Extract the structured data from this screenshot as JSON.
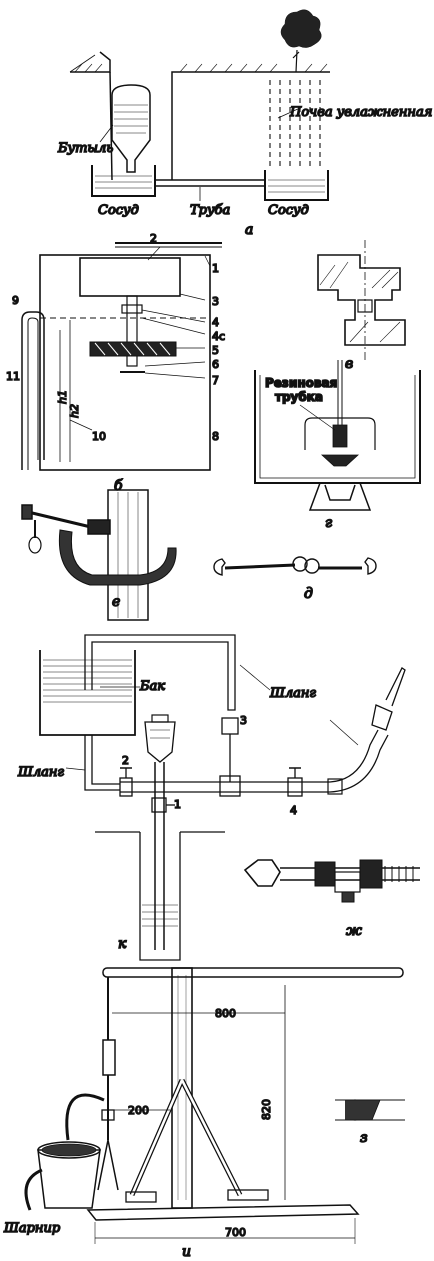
{
  "figure_a": {
    "bottle": "Бутыль",
    "soil": "Почва увлажненная",
    "vessel_left": "Сосуд",
    "pipe": "Труба",
    "vessel_right": "Сосуд",
    "sub": "а"
  },
  "figure_b": {
    "n1": "1",
    "n2": "2",
    "n3": "3",
    "n4": "4",
    "n4c": "4с",
    "n5": "5",
    "n6": "6",
    "n7": "7",
    "n8": "8",
    "n9": "9",
    "n10": "10",
    "n11": "11",
    "h1": "h1",
    "h2": "h2",
    "sub": "б"
  },
  "figure_v": {
    "sub": "в"
  },
  "figure_g": {
    "tube_l1": "Резиновая",
    "tube_l2": "трубка",
    "sub": "г"
  },
  "figure_d": {
    "sub": "д"
  },
  "figure_e": {
    "sub": "е"
  },
  "figure_k": {
    "tank": "Бак",
    "hose_right": "Шланг",
    "hose_left": "Шланг",
    "n1": "1",
    "n2": "2",
    "n3": "3",
    "n4": "4",
    "sub": "к"
  },
  "figure_zh": {
    "sub": "ж"
  },
  "figure_i": {
    "dim_800": "800",
    "dim_200": "200",
    "dim_820": "820",
    "dim_700": "700",
    "hinge": "Шарнир",
    "sub": "и"
  },
  "figure_z": {
    "sub": "з"
  }
}
